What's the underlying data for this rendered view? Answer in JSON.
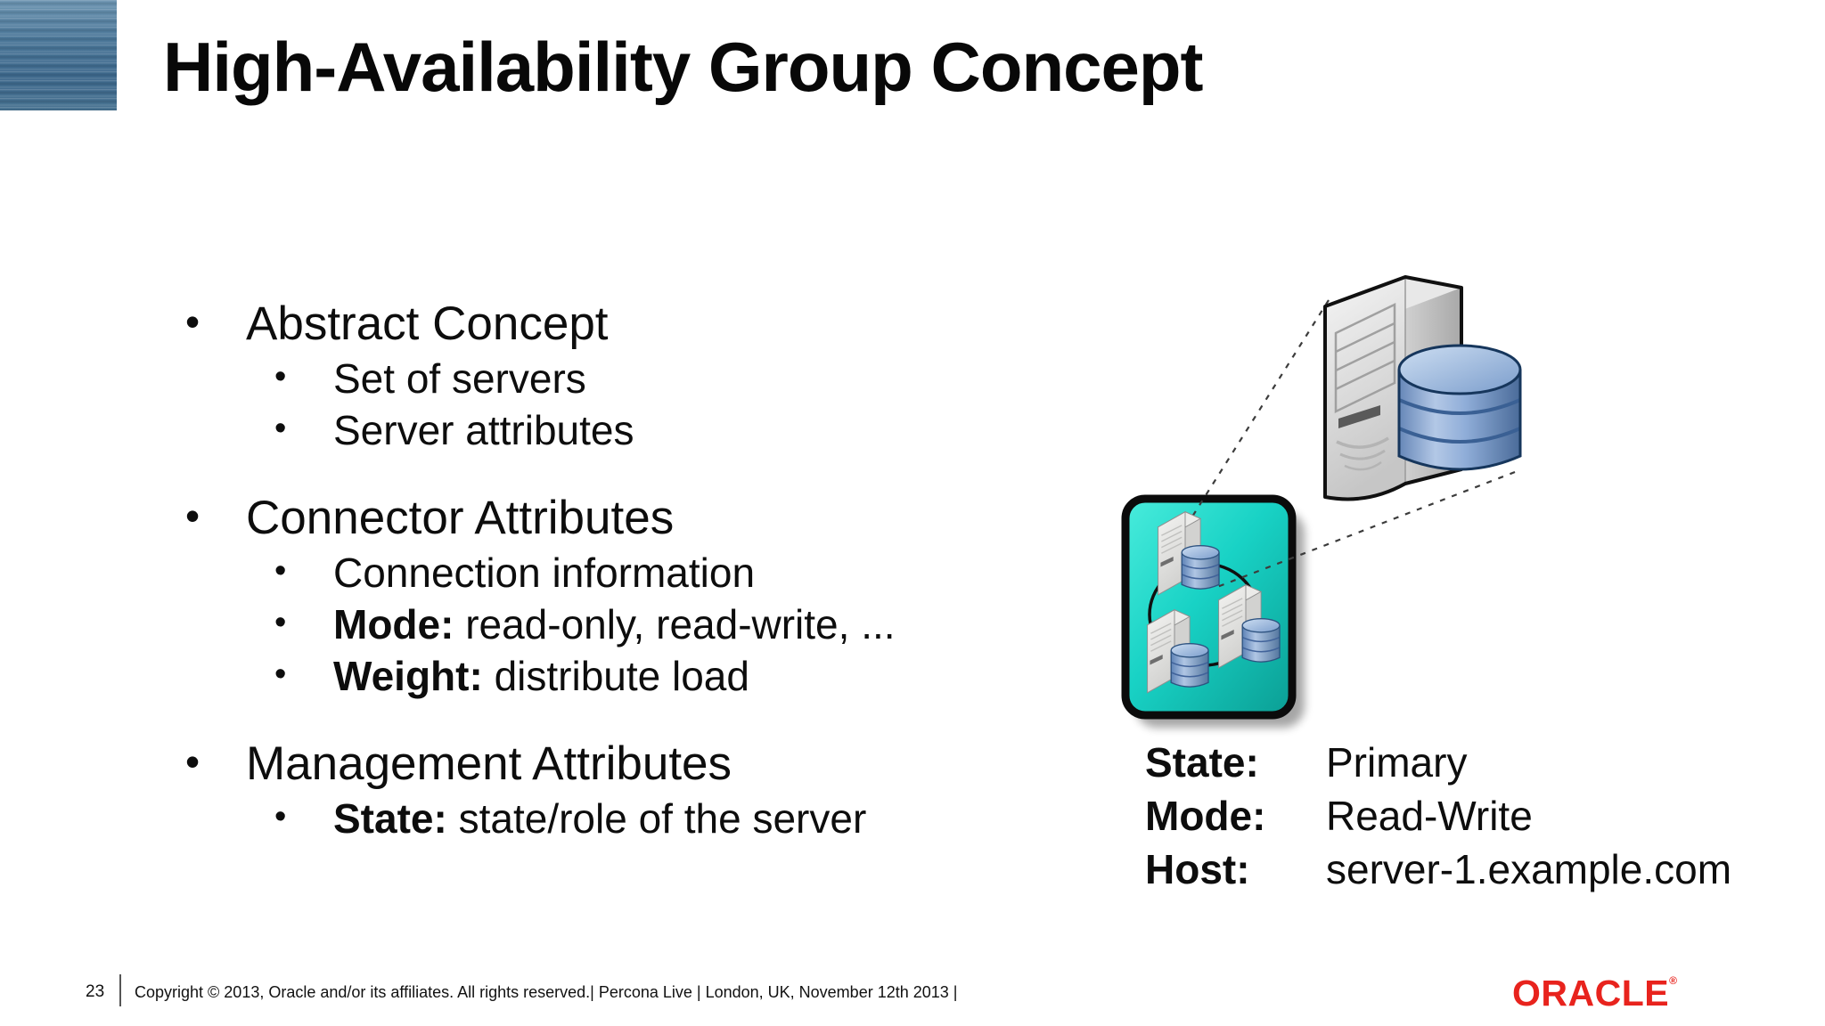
{
  "title": "High-Availability Group Concept",
  "bullets": [
    {
      "label": "Abstract Concept",
      "sub": [
        {
          "prefix": "",
          "text": "Set of servers"
        },
        {
          "prefix": "",
          "text": "Server attributes"
        }
      ]
    },
    {
      "label": "Connector Attributes",
      "sub": [
        {
          "prefix": "",
          "text": "Connection information"
        },
        {
          "prefix": "Mode:",
          "text": " read-only, read-write, ..."
        },
        {
          "prefix": "Weight:",
          "text": " distribute load"
        }
      ]
    },
    {
      "label": "Management Attributes",
      "sub": [
        {
          "prefix": "State:",
          "text": " state/role of the server"
        }
      ]
    }
  ],
  "server_status": {
    "rows": [
      {
        "label": "State:",
        "value": "Primary"
      },
      {
        "label": "Mode:",
        "value": "Read-Write"
      },
      {
        "label": "Host:",
        "value": "server-1.example.com"
      }
    ]
  },
  "footer": {
    "page_number": "23",
    "copyright": "Copyright © 2013, Oracle and/or its affiliates. All rights reserved.| Percona Live | London, UK, November 12th 2013 |",
    "logo_text": "ORACLE",
    "logo_registered": "®"
  },
  "icons": {
    "server": "server-tower-icon",
    "database": "database-cylinder-icon",
    "ha_group": "ha-group-box",
    "cluster_ring": "cluster-ring",
    "connectors": "dashed-connector-line"
  },
  "colors": {
    "oracle_red": "#e8231d",
    "accent_square_blue": "#4a7698",
    "ha_group_teal_light": "#49ecdc",
    "ha_group_teal_dark": "#0b9e94",
    "database_blue": "#6687b8",
    "server_gray": "#d9d9d9",
    "text": "#0d0d0d"
  }
}
